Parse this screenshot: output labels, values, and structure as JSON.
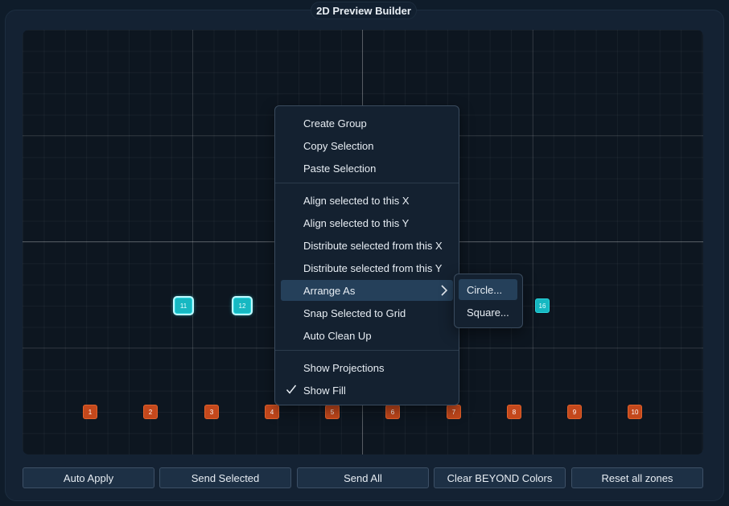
{
  "header": {
    "title": "2D Preview Builder"
  },
  "canvas": {
    "zones": [
      {
        "label": "11",
        "color": "#16b8c2",
        "selected": true
      },
      {
        "label": "12",
        "color": "#16b8c2",
        "selected": true
      },
      {
        "label": "16",
        "color": "#16b8c2",
        "selected": false
      },
      {
        "label": "1",
        "color": "#c4481c",
        "selected": false
      },
      {
        "label": "2",
        "color": "#c4481c",
        "selected": false
      },
      {
        "label": "3",
        "color": "#c4481c",
        "selected": false
      },
      {
        "label": "4",
        "color": "#c4481c",
        "selected": false
      },
      {
        "label": "5",
        "color": "#c4481c",
        "selected": false
      },
      {
        "label": "6",
        "color": "#c4481c",
        "selected": false
      },
      {
        "label": "7",
        "color": "#c4481c",
        "selected": false
      },
      {
        "label": "8",
        "color": "#c4481c",
        "selected": false
      },
      {
        "label": "9",
        "color": "#c4481c",
        "selected": false
      },
      {
        "label": "10",
        "color": "#c4481c",
        "selected": false
      }
    ]
  },
  "context_menu": {
    "items": [
      {
        "label": "Create Group"
      },
      {
        "label": "Copy Selection"
      },
      {
        "label": "Paste Selection"
      },
      {
        "label": "Align selected to this X"
      },
      {
        "label": "Align selected to this Y"
      },
      {
        "label": "Distribute selected from this X"
      },
      {
        "label": "Distribute selected from this Y"
      },
      {
        "label": "Arrange As",
        "highlighted": true,
        "has_submenu": true
      },
      {
        "label": "Snap Selected to Grid"
      },
      {
        "label": "Auto Clean Up"
      },
      {
        "label": "Show Projections"
      },
      {
        "label": "Show Fill",
        "checked": true
      }
    ]
  },
  "submenu": {
    "items": [
      {
        "label": "Circle...",
        "highlighted": true
      },
      {
        "label": "Square..."
      }
    ]
  },
  "toolbar": {
    "auto_apply": "Auto Apply",
    "send_selected": "Send Selected",
    "send_all": "Send All",
    "clear_beyond": "Clear BEYOND Colors",
    "reset_zones": "Reset all zones"
  },
  "icons": {
    "check": "check-icon",
    "submenu_arrow": "chevron-right-icon"
  },
  "colors": {
    "accent_cyan": "#16b8c2",
    "accent_orange": "#c4481c",
    "menu_highlight": "#25405a"
  }
}
